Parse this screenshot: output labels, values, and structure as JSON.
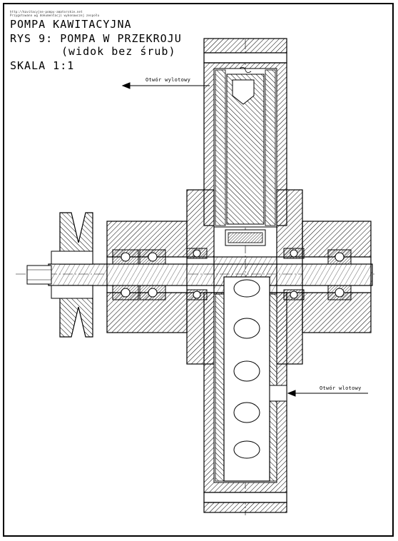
{
  "header": {
    "url_line": "http://kavitacyjne-pompy-amatorskie.net",
    "note_line": "Przygotowano wg dokumentacji wykonawczej zespołu",
    "title": "POMPA KAWITACYJNA",
    "figure": "RYS 9: POMPA W PRZEKROJU",
    "subtitle": "(widok bez śrub)",
    "scale": "SKALA 1:1"
  },
  "labels": {
    "outlet": "Otwór wylotowy",
    "inlet": "Otwór wlotowy"
  },
  "colors": {
    "line": "#000000",
    "hatch": "#000000",
    "background": "#ffffff"
  }
}
